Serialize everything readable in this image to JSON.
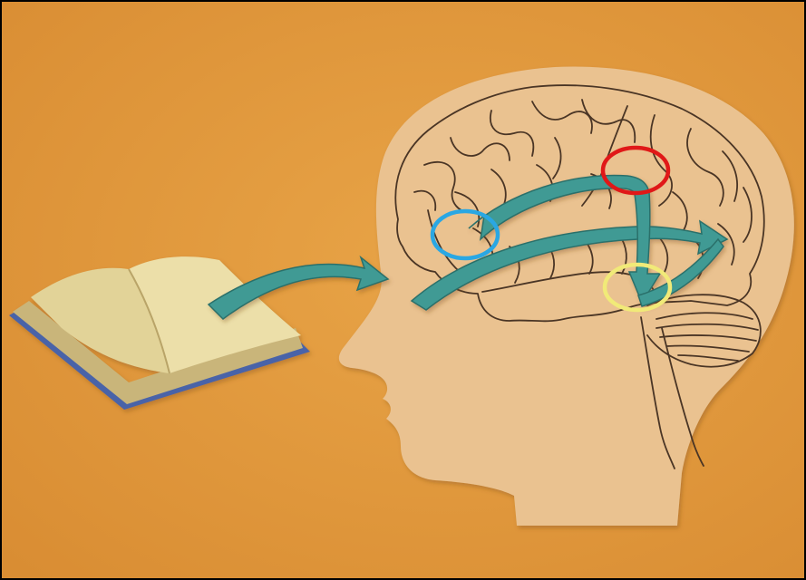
{
  "colors": {
    "background": "#e39a3f",
    "head": "#eac290",
    "brain_line": "#4a3525",
    "arrow": "#3f9a94",
    "arrow_shadow": "#2c706b",
    "book_page": "#e4d49b",
    "book_cover": "#4a63a8",
    "circle_red": "#e01818",
    "circle_blue": "#2aa7e3",
    "circle_yellow": "#f1ea78"
  },
  "elements": {
    "book": "open-book",
    "head": "head-silhouette-in-profile",
    "brain": "brain-line-drawing",
    "arrows": [
      "book-to-eye-arrow",
      "lower-brain-arrow",
      "upper-brain-arrow",
      "vertical-brain-arrow"
    ],
    "highlights": [
      {
        "name": "blue-circle",
        "color": "#2aa7e3"
      },
      {
        "name": "red-circle",
        "color": "#e01818"
      },
      {
        "name": "yellow-circle",
        "color": "#f1ea78"
      }
    ]
  }
}
